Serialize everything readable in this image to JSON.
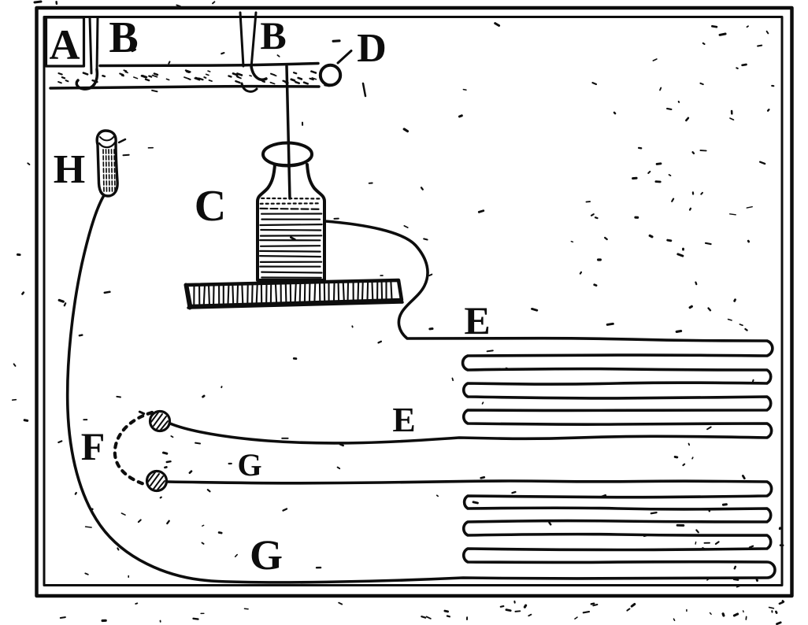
{
  "figure": {
    "description": "Engraved plate of an electrical apparatus: prime conductor with suspended Leyden jar discharging through long serpentine wires and a spark gap",
    "paper_color": "#ffffff",
    "ink_color": "#0d0d0d",
    "labels": {
      "box_a": "A",
      "support_b_left": "B",
      "support_b_right": "B",
      "jar_c": "C",
      "ball_d": "D",
      "coil_e_top": "E",
      "wire_e_mid": "E",
      "gap_f": "F",
      "wire_g_mid": "G",
      "coil_g_bottom": "G",
      "handle_h": "H"
    }
  }
}
